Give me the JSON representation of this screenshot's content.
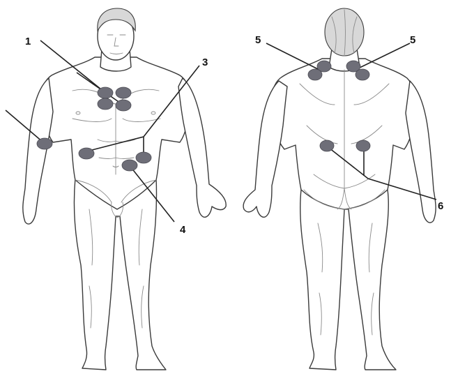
{
  "figure": {
    "point_color": "#6e6e78",
    "labels": {
      "l1": "1",
      "l3": "3",
      "l4": "4",
      "l5a": "5",
      "l5b": "5",
      "l6": "6"
    }
  }
}
